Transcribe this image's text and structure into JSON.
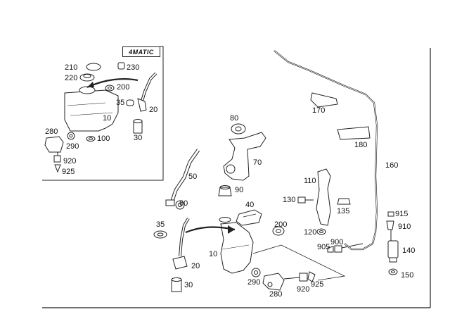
{
  "inset": {
    "badge": "4MATIC",
    "labels": {
      "p210": "210",
      "p220": "220",
      "p230": "230",
      "p200": "200",
      "p35": "35",
      "p20": "20",
      "p10": "10",
      "p280": "280",
      "p290": "290",
      "p100": "100",
      "p30": "30",
      "p920": "920",
      "p925": "925"
    }
  },
  "main": {
    "labels": {
      "p80": "80",
      "p70": "70",
      "p90": "90",
      "p50": "50",
      "p60": "60",
      "p40": "40",
      "p35": "35",
      "p10": "10",
      "p20": "20",
      "p30": "30",
      "p290": "290",
      "p280": "280",
      "p920": "920",
      "p925": "925",
      "p200": "200",
      "p110": "110",
      "p130": "130",
      "p135": "135",
      "p120": "120",
      "p900": "900",
      "p905": "905",
      "p170": "170",
      "p180": "180",
      "p160": "160",
      "p915": "915",
      "p910": "910",
      "p140": "140",
      "p150": "150"
    }
  }
}
